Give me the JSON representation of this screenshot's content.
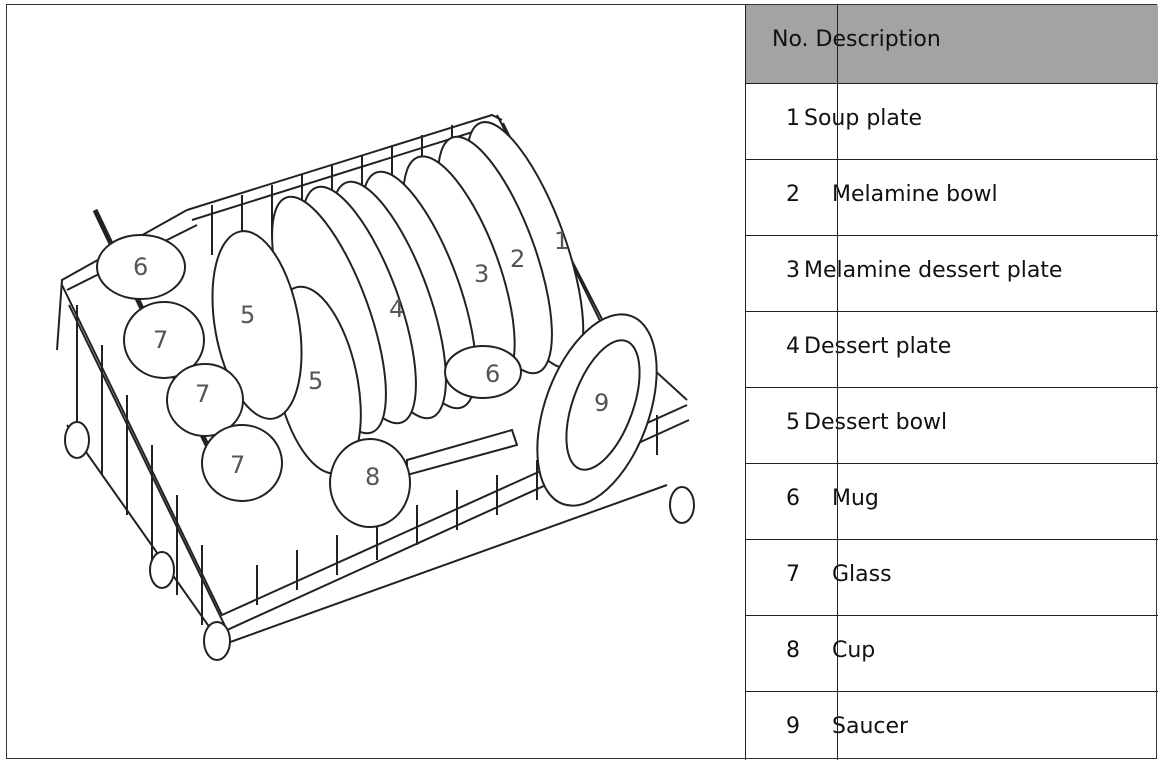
{
  "legend": {
    "header": "No. Description",
    "rows": [
      {
        "num": "1",
        "desc": "Soup plate"
      },
      {
        "num": "2",
        "desc": "Melamine bowl"
      },
      {
        "num": "3",
        "desc": "Melamine dessert plate"
      },
      {
        "num": "4",
        "desc": "Dessert plate"
      },
      {
        "num": "5",
        "desc": "Dessert bowl"
      },
      {
        "num": "6",
        "desc": "Mug"
      },
      {
        "num": "7",
        "desc": "Glass"
      },
      {
        "num": "8",
        "desc": "Cup"
      },
      {
        "num": "9",
        "desc": "Saucer"
      }
    ]
  },
  "diagram": {
    "labels": [
      "1",
      "2",
      "3",
      "4",
      "5",
      "5",
      "6",
      "6",
      "7",
      "7",
      "7",
      "8",
      "9"
    ]
  }
}
